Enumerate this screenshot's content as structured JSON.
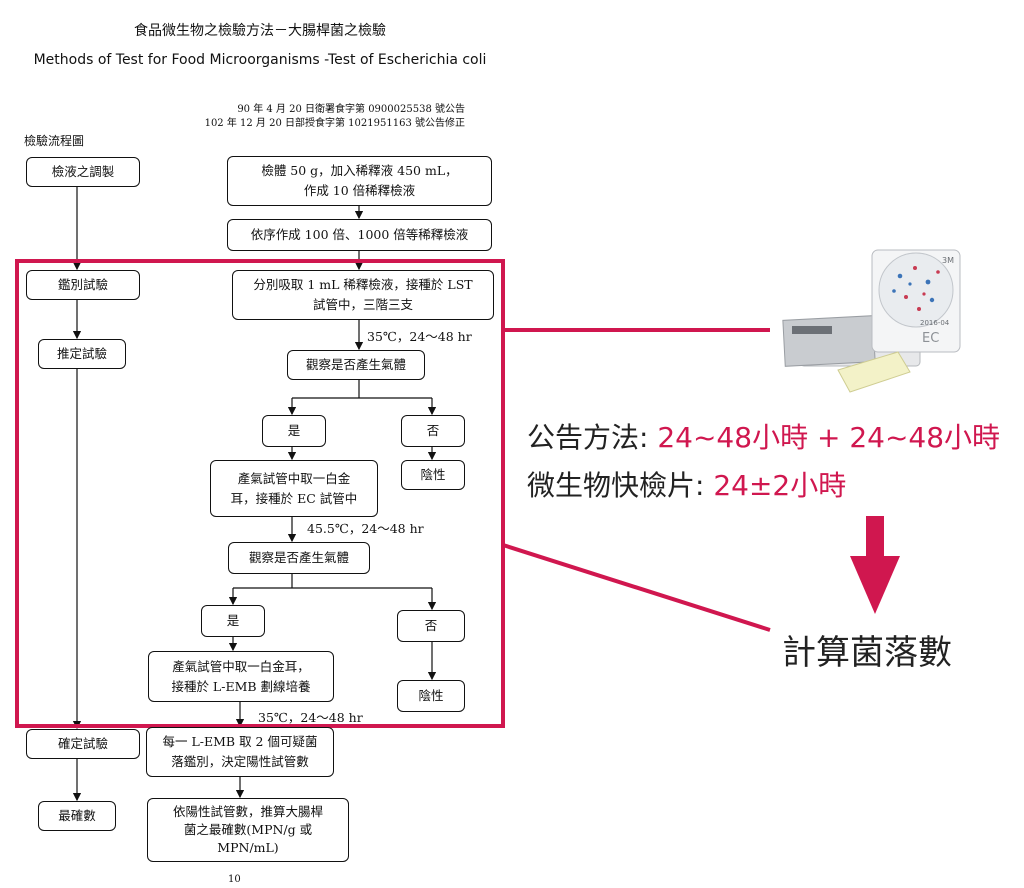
{
  "doc": {
    "title_zh": "食品微生物之檢驗方法－大腸桿菌之檢驗",
    "title_en": "Methods of Test for Food Microorganisms -Test of Escherichia coli",
    "notice_1": "90 年 4 月 20 日衛署食字第 0900025538 號公告",
    "notice_2": "102 年 12 月 20 日部授食字第 1021951163 號公告修正",
    "flow_heading": "檢驗流程圖",
    "page_number": "10"
  },
  "flow": {
    "left": {
      "prep": "檢液之調製",
      "identify": "鑑別試驗",
      "presumptive": "推定試驗",
      "confirm": "確定試驗",
      "mpn": "最確數"
    },
    "steps": {
      "sample_l1": "檢體 50 g，加入稀釋液 450 mL，",
      "sample_l2": "作成 10 倍稀釋檢液",
      "dilute": "依序作成 100 倍、1000 倍等稀釋檢液",
      "inoc_l1": "分別吸取 1 mL 稀釋檢液，接種於 LST",
      "inoc_l2": "試管中，三階三支",
      "cond1": "35℃，24～48 hr",
      "gas1": "觀察是否產生氣體",
      "yes1": "是",
      "no1": "否",
      "neg1": "陰性",
      "ec_l1": "產氣試管中取一白金",
      "ec_l2": "耳，接種於 EC 試管中",
      "cond2": "45.5℃，24～48 hr",
      "gas2": "觀察是否產生氣體",
      "yes2": "是",
      "no2": "否",
      "emb_l1": "產氣試管中取一白金耳，",
      "emb_l2": "接種於 L-EMB 劃線培養",
      "neg2": "陰性",
      "cond3": "35℃，24～48 hr",
      "pick_l1": "每一 L-EMB 取 2 個可疑菌",
      "pick_l2": "落鑑別，決定陽性試管數",
      "est_l1": "依陽性試管數，推算大腸桿",
      "est_l2": "菌之最確數(MPN/g 或",
      "est_l3": "MPN/mL)"
    }
  },
  "annotation": {
    "line1_label": "公告方法:",
    "line1_value": "24~48小時 + 24~48小時",
    "line2_label": "微生物快檢片:",
    "line2_value": "24±2小時",
    "result": "計算菌落數",
    "plate_code": "EC",
    "plate_label": "3M",
    "plate_lot": "2016-04"
  },
  "colors": {
    "accent": "#d0174f",
    "text": "#111111",
    "annotation_text": "#222222"
  }
}
